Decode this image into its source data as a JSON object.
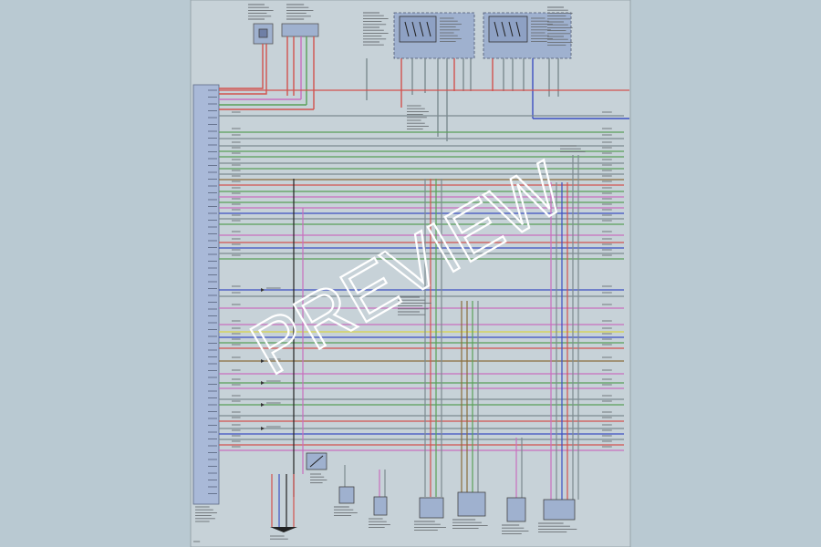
{
  "watermark": {
    "text": "PREVIEW"
  },
  "colors": {
    "background": "#b9c9d2",
    "sheet": "#c7d2d8",
    "module": "#a9b9d8",
    "relay_box": "#9fb1cf",
    "wire_red": "#d2524e",
    "wire_green": "#5aa058",
    "wire_blue": "#3c4fc2",
    "wire_pink": "#c86fbf",
    "wire_brown": "#8a6d3c",
    "wire_yellow": "#d8d44a",
    "wire_gray": "#7c8a90",
    "wire_black": "#222222",
    "watermark": "#ffffff"
  },
  "diagram": {
    "nodes": [
      {
        "id": "ecm",
        "kind": "control-module"
      },
      {
        "id": "fuel-pressure-sensor",
        "kind": "sensor-connector"
      },
      {
        "id": "crank-sensor",
        "kind": "sensor-connector"
      },
      {
        "id": "relay-left",
        "kind": "relay-box"
      },
      {
        "id": "relay-right",
        "kind": "relay-box"
      },
      {
        "id": "throttle-switch",
        "kind": "switch"
      },
      {
        "id": "connector-a",
        "kind": "bottom-connector"
      },
      {
        "id": "connector-b",
        "kind": "bottom-connector"
      },
      {
        "id": "connector-c",
        "kind": "bottom-connector"
      },
      {
        "id": "connector-d",
        "kind": "bottom-connector"
      },
      {
        "id": "connector-e",
        "kind": "bottom-connector"
      },
      {
        "id": "connector-f",
        "kind": "bottom-connector"
      },
      {
        "id": "ground-terminal",
        "kind": "ground"
      }
    ],
    "wire_count_horizontal": 52,
    "wire_count_vertical": 24
  }
}
